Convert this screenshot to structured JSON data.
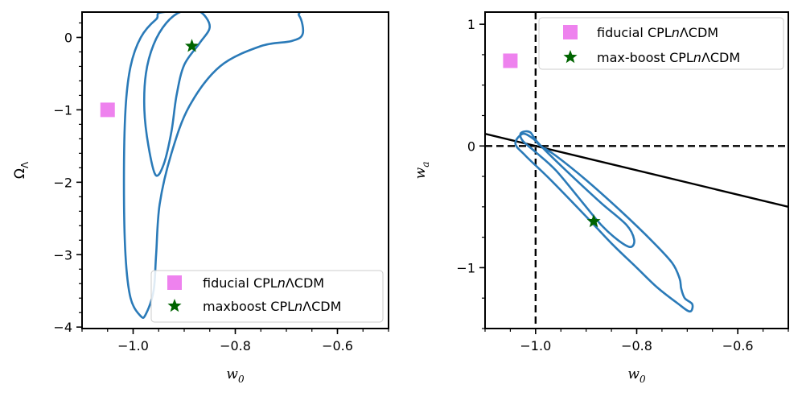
{
  "chart_data": [
    {
      "type": "scatter",
      "panel": "left",
      "xlabel": "w_0",
      "ylabel": "Ω_Λ",
      "xlim": [
        -1.1,
        -0.5
      ],
      "ylim": [
        -4.02,
        0.35
      ],
      "xticks": [
        -1.0,
        -0.8,
        -0.6
      ],
      "xtick_labels": [
        "−1.0",
        "−0.8",
        "−0.6"
      ],
      "yticks": [
        0,
        -1,
        -2,
        -3,
        -4
      ],
      "ytick_labels": [
        "0",
        "−1",
        "−2",
        "−3",
        "−4"
      ],
      "grid": false,
      "legend_location": "lower-right",
      "colors": {
        "contour": "#2a7ab8",
        "fiducial": "#ee82ee",
        "maxboost": "#006400"
      },
      "contours": [
        {
          "level": "inner",
          "points": [
            [
              -0.956,
              -1.9
            ],
            [
              -0.97,
              -1.5
            ],
            [
              -0.978,
              -1.0
            ],
            [
              -0.975,
              -0.5
            ],
            [
              -0.96,
              -0.1
            ],
            [
              -0.935,
              0.2
            ],
            [
              -0.905,
              0.36
            ],
            [
              -0.87,
              0.36
            ],
            [
              -0.85,
              0.15
            ],
            [
              -0.87,
              -0.08
            ],
            [
              -0.9,
              -0.38
            ],
            [
              -0.915,
              -0.8
            ],
            [
              -0.925,
              -1.3
            ],
            [
              -0.94,
              -1.75
            ],
            [
              -0.956,
              -1.9
            ]
          ]
        },
        {
          "level": "outer",
          "points": [
            [
              -0.985,
              -3.85
            ],
            [
              -1.005,
              -3.6
            ],
            [
              -1.015,
              -3.0
            ],
            [
              -1.018,
              -2.0
            ],
            [
              -1.015,
              -1.0
            ],
            [
              -1.005,
              -0.4
            ],
            [
              -0.985,
              0.0
            ],
            [
              -0.955,
              0.25
            ],
            [
              -0.925,
              0.36
            ],
            [
              -0.7,
              0.36
            ],
            [
              -0.675,
              0.3
            ],
            [
              -0.668,
              0.05
            ],
            [
              -0.69,
              -0.05
            ],
            [
              -0.75,
              -0.12
            ],
            [
              -0.83,
              -0.4
            ],
            [
              -0.89,
              -0.95
            ],
            [
              -0.925,
              -1.6
            ],
            [
              -0.948,
              -2.3
            ],
            [
              -0.955,
              -3.0
            ],
            [
              -0.96,
              -3.5
            ],
            [
              -0.975,
              -3.82
            ],
            [
              -0.985,
              -3.85
            ]
          ]
        }
      ],
      "series": [
        {
          "name": "fiducial CPLnΛCDM",
          "marker": "square",
          "x": [
            -1.05
          ],
          "y": [
            -1.0
          ]
        },
        {
          "name": "maxboost CPLnΛCDM",
          "marker": "star",
          "x": [
            -0.885
          ],
          "y": [
            -0.12
          ]
        }
      ],
      "legend": [
        {
          "name": "fiducial CPL",
          "name_italic": "n",
          "name_rest": "ΛCDM"
        },
        {
          "name": "maxboost CPL",
          "name_italic": "n",
          "name_rest": "ΛCDM"
        }
      ]
    },
    {
      "type": "scatter",
      "panel": "right",
      "xlabel": "w_0",
      "ylabel": "w_a",
      "xlim": [
        -1.1,
        -0.5
      ],
      "ylim": [
        -1.5,
        1.1
      ],
      "xticks": [
        -1.0,
        -0.8,
        -0.6
      ],
      "xtick_labels": [
        "−1.0",
        "−0.8",
        "−0.6"
      ],
      "yticks": [
        1,
        0,
        -1
      ],
      "ytick_labels": [
        "1",
        "0",
        "−1"
      ],
      "grid": false,
      "legend_location": "top-right",
      "reference_lines": {
        "vertical_dashed_x": -1.0,
        "horizontal_dashed_y": 0.0,
        "solid_line": [
          [
            -1.1,
            0.1
          ],
          [
            -0.5,
            -0.5
          ]
        ]
      },
      "colors": {
        "contour": "#2a7ab8",
        "fiducial": "#ee82ee",
        "maxboost": "#006400"
      },
      "contours": [
        {
          "level": "inner",
          "points": [
            [
              -1.02,
              0.12
            ],
            [
              -1.03,
              0.1
            ],
            [
              -1.025,
              0.04
            ],
            [
              -1.0,
              -0.05
            ],
            [
              -0.96,
              -0.2
            ],
            [
              -0.91,
              -0.45
            ],
            [
              -0.87,
              -0.65
            ],
            [
              -0.835,
              -0.78
            ],
            [
              -0.812,
              -0.83
            ],
            [
              -0.805,
              -0.77
            ],
            [
              -0.82,
              -0.65
            ],
            [
              -0.87,
              -0.47
            ],
            [
              -0.93,
              -0.24
            ],
            [
              -0.98,
              -0.04
            ],
            [
              -1.0,
              0.05
            ],
            [
              -1.01,
              0.11
            ],
            [
              -1.02,
              0.12
            ]
          ]
        },
        {
          "level": "outer",
          "points": [
            [
              -1.025,
              0.1
            ],
            [
              -1.04,
              0.02
            ],
            [
              -1.02,
              -0.08
            ],
            [
              -0.97,
              -0.28
            ],
            [
              -0.9,
              -0.58
            ],
            [
              -0.85,
              -0.8
            ],
            [
              -0.8,
              -1.0
            ],
            [
              -0.76,
              -1.16
            ],
            [
              -0.72,
              -1.29
            ],
            [
              -0.695,
              -1.36
            ],
            [
              -0.69,
              -1.3
            ],
            [
              -0.705,
              -1.25
            ],
            [
              -0.712,
              -1.17
            ],
            [
              -0.715,
              -1.09
            ],
            [
              -0.73,
              -0.96
            ],
            [
              -0.77,
              -0.78
            ],
            [
              -0.83,
              -0.54
            ],
            [
              -0.9,
              -0.28
            ],
            [
              -0.96,
              -0.08
            ],
            [
              -0.99,
              0.0
            ],
            [
              -1.005,
              0.06
            ],
            [
              -1.025,
              0.1
            ]
          ]
        }
      ],
      "series": [
        {
          "name": "fiducial CPLnΛCDM",
          "marker": "square",
          "x": [
            -1.05
          ],
          "y": [
            0.7
          ]
        },
        {
          "name": "max-boost CPLnΛCDM",
          "marker": "star",
          "x": [
            -0.885
          ],
          "y": [
            -0.62
          ]
        }
      ],
      "legend": [
        {
          "name": "fiducial CPL",
          "name_italic": "n",
          "name_rest": "ΛCDM"
        },
        {
          "name": "max-boost CPL",
          "name_italic": "n",
          "name_rest": "ΛCDM"
        }
      ]
    }
  ]
}
